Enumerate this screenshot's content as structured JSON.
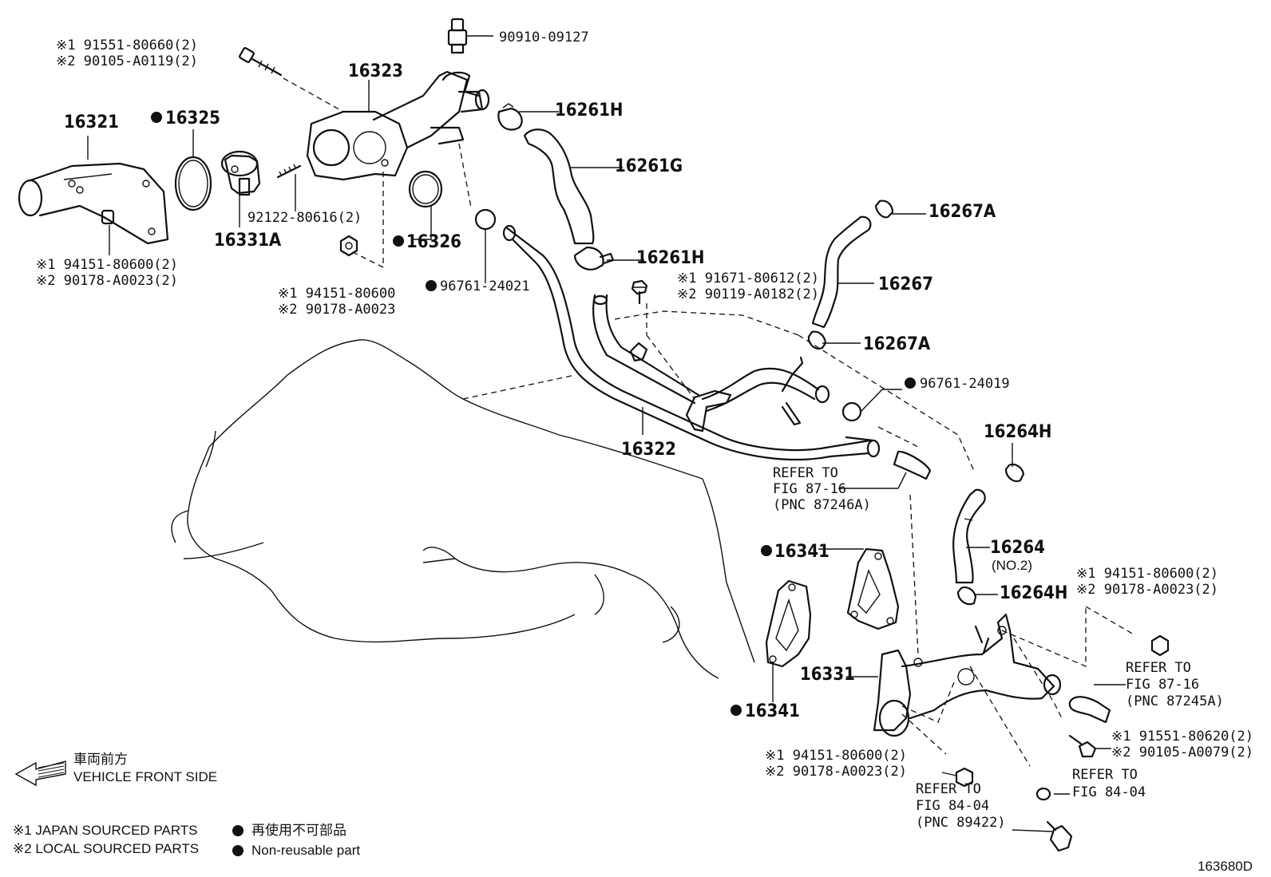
{
  "diagram_id": "163680D",
  "parts": {
    "p_16321": "16321",
    "p_16325": "16325",
    "p_16323": "16323",
    "p_90910": "90910-09127",
    "p_16261H_top": "16261H",
    "p_16261G": "16261G",
    "p_16261H_mid": "16261H",
    "p_16331A": "16331A",
    "p_92122": "92122-80616(2)",
    "p_16326": "16326",
    "p_96761_24021": "96761-24021",
    "p_16267A_top": "16267A",
    "p_16267": "16267",
    "p_16267A_mid": "16267A",
    "p_96761_24019": "96761-24019",
    "p_16322": "16322",
    "p_16264H_top": "16264H",
    "p_16264": "16264",
    "p_16264_no2": "(NO.2)",
    "p_16264H_bot": "16264H",
    "p_16341_top": "16341",
    "p_16341_bot": "16341",
    "p_16331": "16331",
    "p_163680D": "163680D"
  },
  "callouts": {
    "bolt_top_1": "※1 91551-80660(2)",
    "bolt_top_2": "※2 90105-A0119(2)",
    "nut_left_1": "※1 94151-80600(2)",
    "nut_left_2": "※2 90178-A0023(2)",
    "nut_mid_1": "※1 94151-80600",
    "nut_mid_2": "※2 90178-A0023",
    "bolt_mid_1": "※1 91671-80612(2)",
    "bolt_mid_2": "※2 90119-A0182(2)",
    "nut_right_1": "※1 94151-80600(2)",
    "nut_right_2": "※2 90178-A0023(2)",
    "bolt_right_1": "※1 91551-80620(2)",
    "bolt_right_2": "※2 90105-A0079(2)",
    "nut_bottom_1": "※1 94151-80600(2)",
    "nut_bottom_2": "※2 90178-A0023(2)"
  },
  "refers": {
    "ref_87246_1": "REFER TO",
    "ref_87246_2": "FIG 87-16",
    "ref_87246_3": "(PNC 87246A)",
    "ref_87245_1": "REFER TO",
    "ref_87245_2": "FIG 87-16",
    "ref_87245_3": "(PNC 87245A)",
    "ref_89422_1": "REFER TO",
    "ref_89422_2": "FIG 84-04",
    "ref_89422_3": "(PNC 89422)",
    "ref_8404_1": "REFER TO",
    "ref_8404_2": "FIG 84-04"
  },
  "legend": {
    "front_jp": "車両前方",
    "front_en": "VEHICLE FRONT SIDE",
    "japan_sourced": "※1 JAPAN SOURCED PARTS",
    "local_sourced": "※2 LOCAL SOURCED PARTS",
    "nonreuse_jp": "再使用不可部品",
    "nonreuse_en": "Non-reusable part"
  }
}
